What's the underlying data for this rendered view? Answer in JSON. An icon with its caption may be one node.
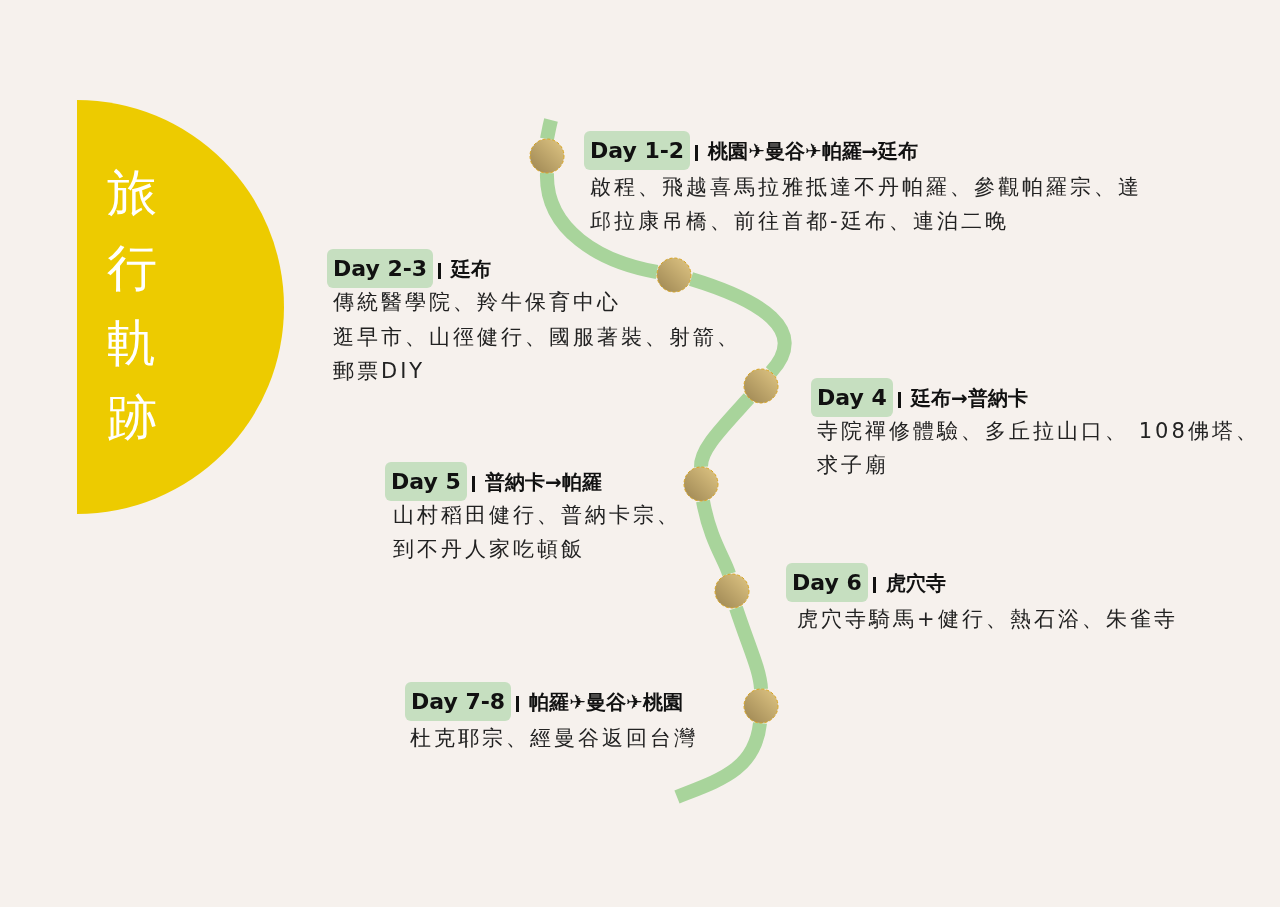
{
  "diagram": {
    "nodes": [
      {
        "text": [
          "旅行軌跡"
        ]
      },
      {
        "text": [],
        "shape": "circle"
      },
      {
        "text": [],
        "shape": "circle"
      },
      {
        "text": [],
        "shape": "circle"
      },
      {
        "text": [],
        "shape": "circle"
      },
      {
        "text": [],
        "shape": "circle"
      },
      {
        "text": [],
        "shape": "circle"
      },
      {
        "text": [
          "Day 1-2"
        ],
        "beside": [
          "桃園✈曼谷✈帕羅→廷布",
          "啟程、飛越喜馬拉雅抵達不丹帕羅、參觀帕羅宗、達邱拉康吊橋、前往首都-廷布、連泊二晚"
        ]
      },
      {
        "text": [
          "Day 2-3"
        ],
        "beside": [
          "廷布",
          "傳統醫學院、羚牛保育中心",
          "逛早市、山徑健行、國服著裝、射箭、郵票DIY"
        ]
      },
      {
        "text": [
          "Day 4"
        ],
        "beside": [
          "廷布→普納卡",
          "寺院禪修體驗、多丘拉山口、 108佛塔、求子廟"
        ]
      },
      {
        "text": [
          "Day 5"
        ],
        "beside": [
          "普納卡→帕羅",
          "山村稻田健行、普納卡宗、到不丹人家吃頓飯"
        ]
      },
      {
        "text": [
          "Day 6"
        ],
        "beside": [
          "虎穴寺",
          "虎穴寺騎馬+健行、熱石浴、朱雀寺"
        ]
      },
      {
        "text": [
          "Day 7-8"
        ],
        "beside": [
          "帕羅✈曼谷✈桃園",
          "杜克耶宗、經曼谷返回台灣"
        ]
      }
    ],
    "edges": [
      {
        "from": null,
        "to": 1,
        "arrow": "none"
      },
      {
        "from": 1,
        "to": 2,
        "arrow": "none"
      },
      {
        "from": 2,
        "to": 3,
        "arrow": "none"
      },
      {
        "from": 3,
        "to": 4,
        "arrow": "none"
      },
      {
        "from": 4,
        "to": 5,
        "arrow": "none"
      },
      {
        "from": 5,
        "to": 6,
        "arrow": "none"
      },
      {
        "from": 6,
        "to": null,
        "arrow": "none"
      }
    ]
  }
}
